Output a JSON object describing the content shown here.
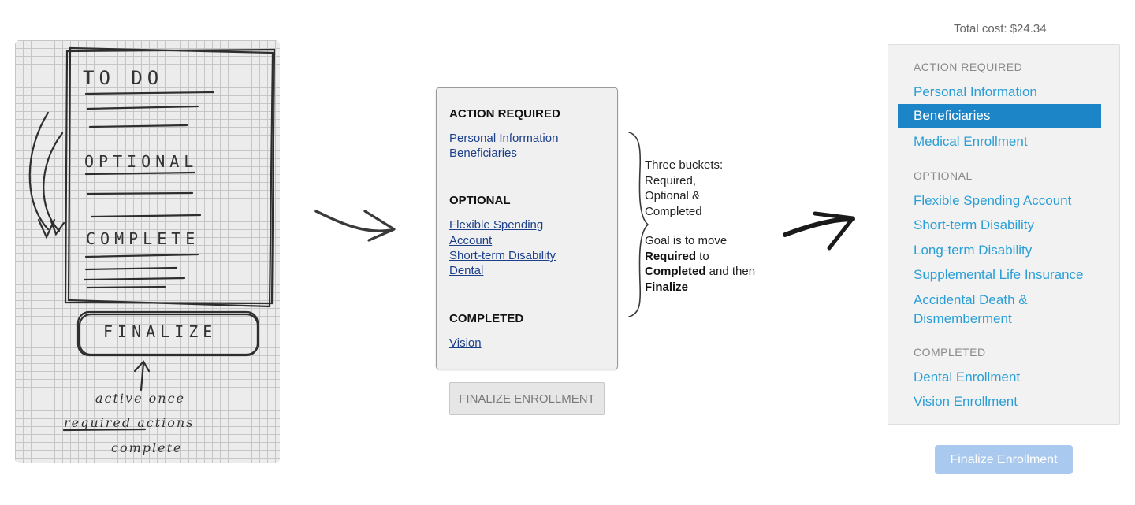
{
  "sketch": {
    "todo": "TO DO",
    "optional": "OPTIONAL",
    "complete": "COMPLETE",
    "finalize": "FINALIZE",
    "note_line1": "active once",
    "note_line2": "required actions",
    "note_line3": "complete"
  },
  "wireframe": {
    "action_required": "ACTION REQUIRED",
    "action_links": [
      "Personal Information",
      "Beneficiaries"
    ],
    "optional": "OPTIONAL",
    "optional_links": [
      "Flexible Spending Account",
      "Short-term Disability",
      "Dental"
    ],
    "completed": "COMPLETED",
    "completed_links": [
      "Vision"
    ],
    "button": "FINALIZE ENROLLMENT"
  },
  "notes": {
    "buckets_1": "Three buckets:",
    "buckets_2": "Required,",
    "buckets_3": "Optional &",
    "buckets_4": "Completed",
    "goal_1": "Goal is to move",
    "goal_2_bold": "Required",
    "goal_2_rest": " to",
    "goal_3_bold": "Completed",
    "goal_3_rest": " and then",
    "goal_4_bold": "Finalize"
  },
  "final_ui": {
    "total_cost": "Total cost: $24.34",
    "action_required": "ACTION REQUIRED",
    "action_items": [
      "Personal Information",
      "Beneficiaries",
      "Medical Enrollment"
    ],
    "optional": "OPTIONAL",
    "optional_items": [
      "Flexible Spending Account",
      "Short-term Disability",
      "Long-term Disability",
      "Supplemental Life Insurance",
      "Accidental Death &",
      "Dismemberment"
    ],
    "completed": "COMPLETED",
    "completed_items": [
      "Dental Enrollment",
      "Vision Enrollment"
    ],
    "button": "Finalize Enrollment",
    "colors": {
      "link": "#2a9fd6",
      "active_bg": "#1b85c8",
      "button_bg": "#a9c9ee"
    }
  }
}
